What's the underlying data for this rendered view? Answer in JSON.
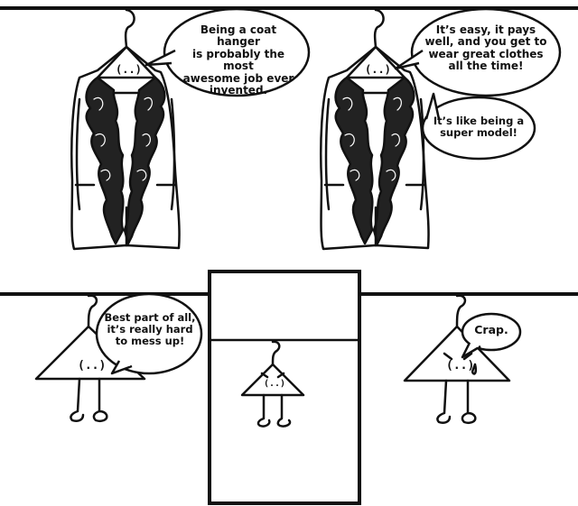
{
  "panels": {
    "panel_1": {
      "speech": "Being a coat hanger\nis probably the most\nawesome job ever\ninvented.",
      "face": "(..)"
    },
    "panel_2": {
      "speech_1": "It’s easy, it pays\nwell, and you get to\nwear great clothes\nall the time!",
      "speech_2": "It’s like being a\nsuper model!",
      "face": "(..)"
    },
    "panel_3": {
      "speech": "Best part of all,\nit’s really hard\nto mess up!",
      "face": "(..)"
    },
    "panel_4": {
      "face": "(..)"
    },
    "panel_5": {
      "speech": "Crap.",
      "face": "(..)"
    }
  },
  "colors": {
    "ink": "#111111",
    "paper": "#ffffff"
  }
}
